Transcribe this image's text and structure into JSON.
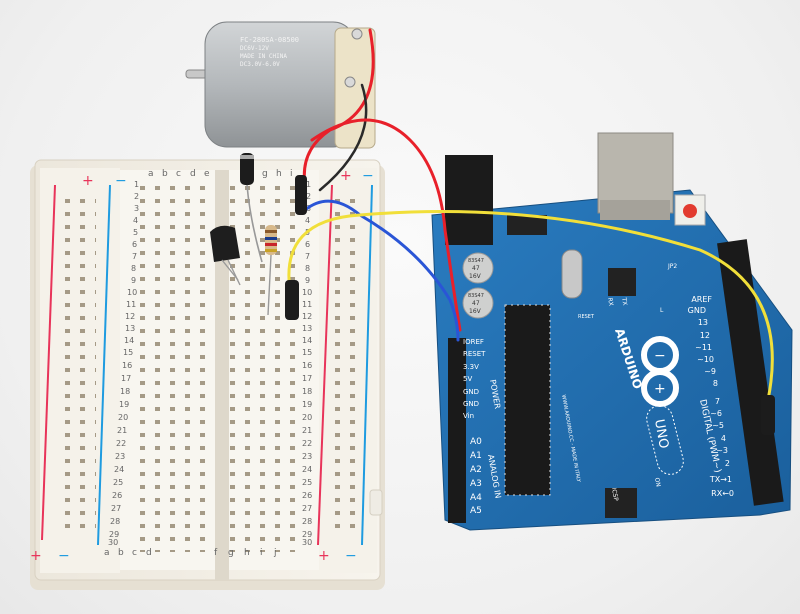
{
  "scene": {
    "description": "Arduino Uno driving a small DC motor via transistor on a breadboard",
    "background_color": "#f2f2f2"
  },
  "motor": {
    "label_lines": [
      "FC-280SA-08500",
      "DC6V-12V",
      "MADE IN CHINA",
      "DC3.0V-6.0V"
    ],
    "body_color": "#b8bcbf",
    "wire_colors": [
      "#e8202a",
      "#2a2a2a"
    ]
  },
  "breadboard": {
    "color": "#f3efe6",
    "columns_left": [
      "a",
      "b",
      "c",
      "d",
      "e"
    ],
    "columns_right": [
      "f",
      "g",
      "h",
      "i",
      "j"
    ],
    "rows": [
      "1",
      "2",
      "3",
      "4",
      "5",
      "6",
      "7",
      "8",
      "9",
      "10",
      "11",
      "12",
      "13",
      "14",
      "15",
      "16",
      "17",
      "18",
      "19",
      "20",
      "21",
      "22",
      "23",
      "24",
      "25",
      "26",
      "27",
      "28",
      "29",
      "30"
    ],
    "rail_plus": "+",
    "rail_minus": "−",
    "rail_plus_color": "#e8345a",
    "rail_minus_color": "#1e9be0"
  },
  "components": {
    "diode": "diode",
    "transistor": "transistor",
    "resistor": "resistor",
    "resistor_bands": [
      "#8b5a2b",
      "#1b3d8f",
      "#c8242a",
      "#c9a227"
    ]
  },
  "arduino": {
    "board_color": "#1f6fb2",
    "brand": "ARDUINO",
    "model": "UNO",
    "capacitor_labels": [
      "83S47",
      "47",
      "16V"
    ],
    "power_header_labels": [
      "IOREF",
      "RESET",
      "3.3V",
      "5V",
      "GND",
      "GND",
      "Vin"
    ],
    "power_group": "POWER",
    "analog_header_labels": [
      "A0",
      "A1",
      "A2",
      "A3",
      "A4",
      "A5"
    ],
    "analog_group": "ANALOG IN",
    "digital_header_labels": [
      "AREF",
      "GND",
      "13",
      "12",
      "~11",
      "~10",
      "~9",
      "8",
      "7",
      "~6",
      "~5",
      "4",
      "~3",
      "2",
      "TX→1",
      "RX←0"
    ],
    "digital_group": "DIGITAL (PWM~)",
    "led_labels": [
      "L",
      "TX",
      "RX",
      "ON"
    ],
    "misc_labels": [
      "RESET",
      "ICSP",
      "JP2",
      "WWW.ARDUINO.CC - MADE IN ITALY"
    ],
    "reset_button_color": "#e23b2e"
  },
  "wires": {
    "red": "#e8202a",
    "black": "#2a2a2a",
    "blue": "#2a55d6",
    "yellow": "#f1df3a"
  }
}
